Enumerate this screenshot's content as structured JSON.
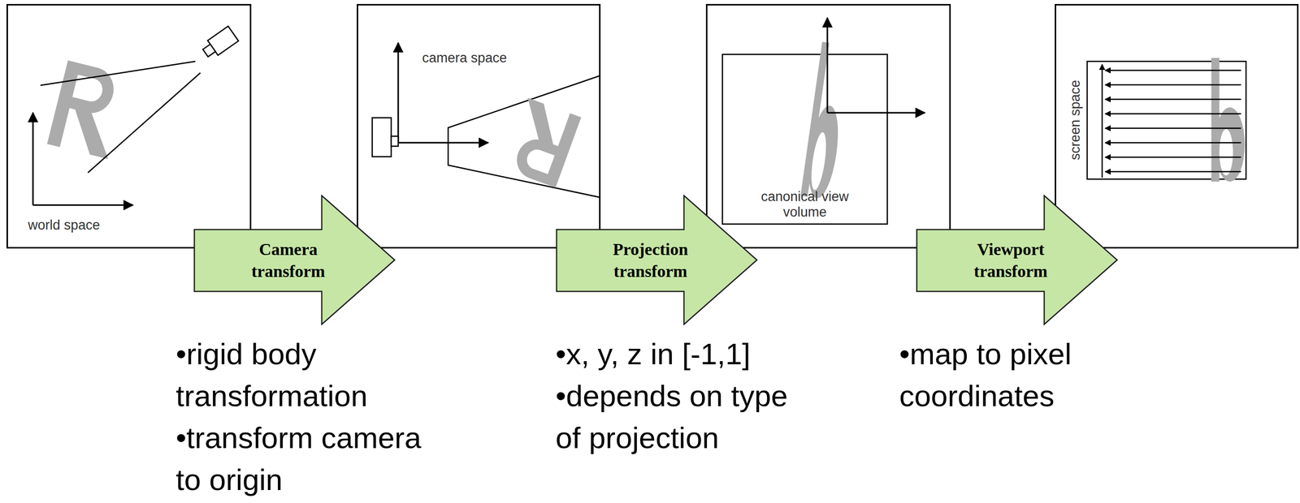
{
  "diagram": {
    "nodes": [
      {
        "text": [
          "world space"
        ]
      },
      {
        "text": [
          "Camera transform"
        ]
      },
      {
        "text": [
          "camera space"
        ]
      },
      {
        "text": [
          "Projection transform"
        ]
      },
      {
        "text": [
          "canonical view volume"
        ]
      },
      {
        "text": [
          "Viewport transform"
        ]
      },
      {
        "text": [
          "screen space"
        ]
      }
    ],
    "labels": [
      "•rigid body transformation",
      "•transform camera to origin",
      "•x, y, z in [-1,1]",
      "•depends on type of projection",
      "•map to pixel coordinates"
    ]
  }
}
